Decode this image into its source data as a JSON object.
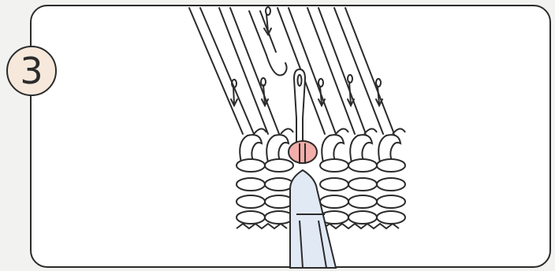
{
  "step": {
    "number": "3"
  },
  "diagram": {
    "subject": "knitting-tool-pushing-needle-through-loop",
    "colors": {
      "frame": "#2b2b2b",
      "badge_fill": "#f6e9dc",
      "highlight": "#f2aeaa",
      "tool_fill": "#e1e9f5"
    },
    "stitch_columns": 6,
    "stitch_rows": 4,
    "highlighted_column": 3
  }
}
